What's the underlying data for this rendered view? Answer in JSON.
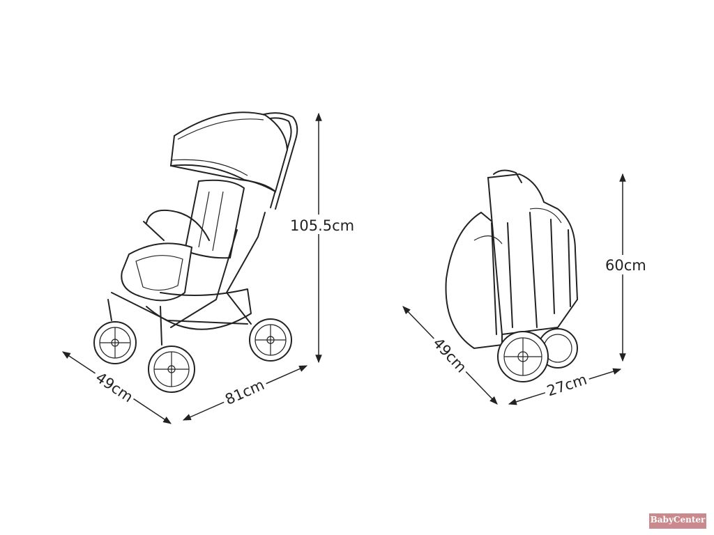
{
  "unfolded": {
    "height_label": "105.5cm",
    "width_label": "49cm",
    "length_label": "81cm"
  },
  "folded": {
    "height_label": "60cm",
    "width_label": "49cm",
    "length_label": "27cm"
  },
  "watermark": "BabyCenter",
  "colors": {
    "line": "#222222",
    "watermark": "#c9898d"
  }
}
